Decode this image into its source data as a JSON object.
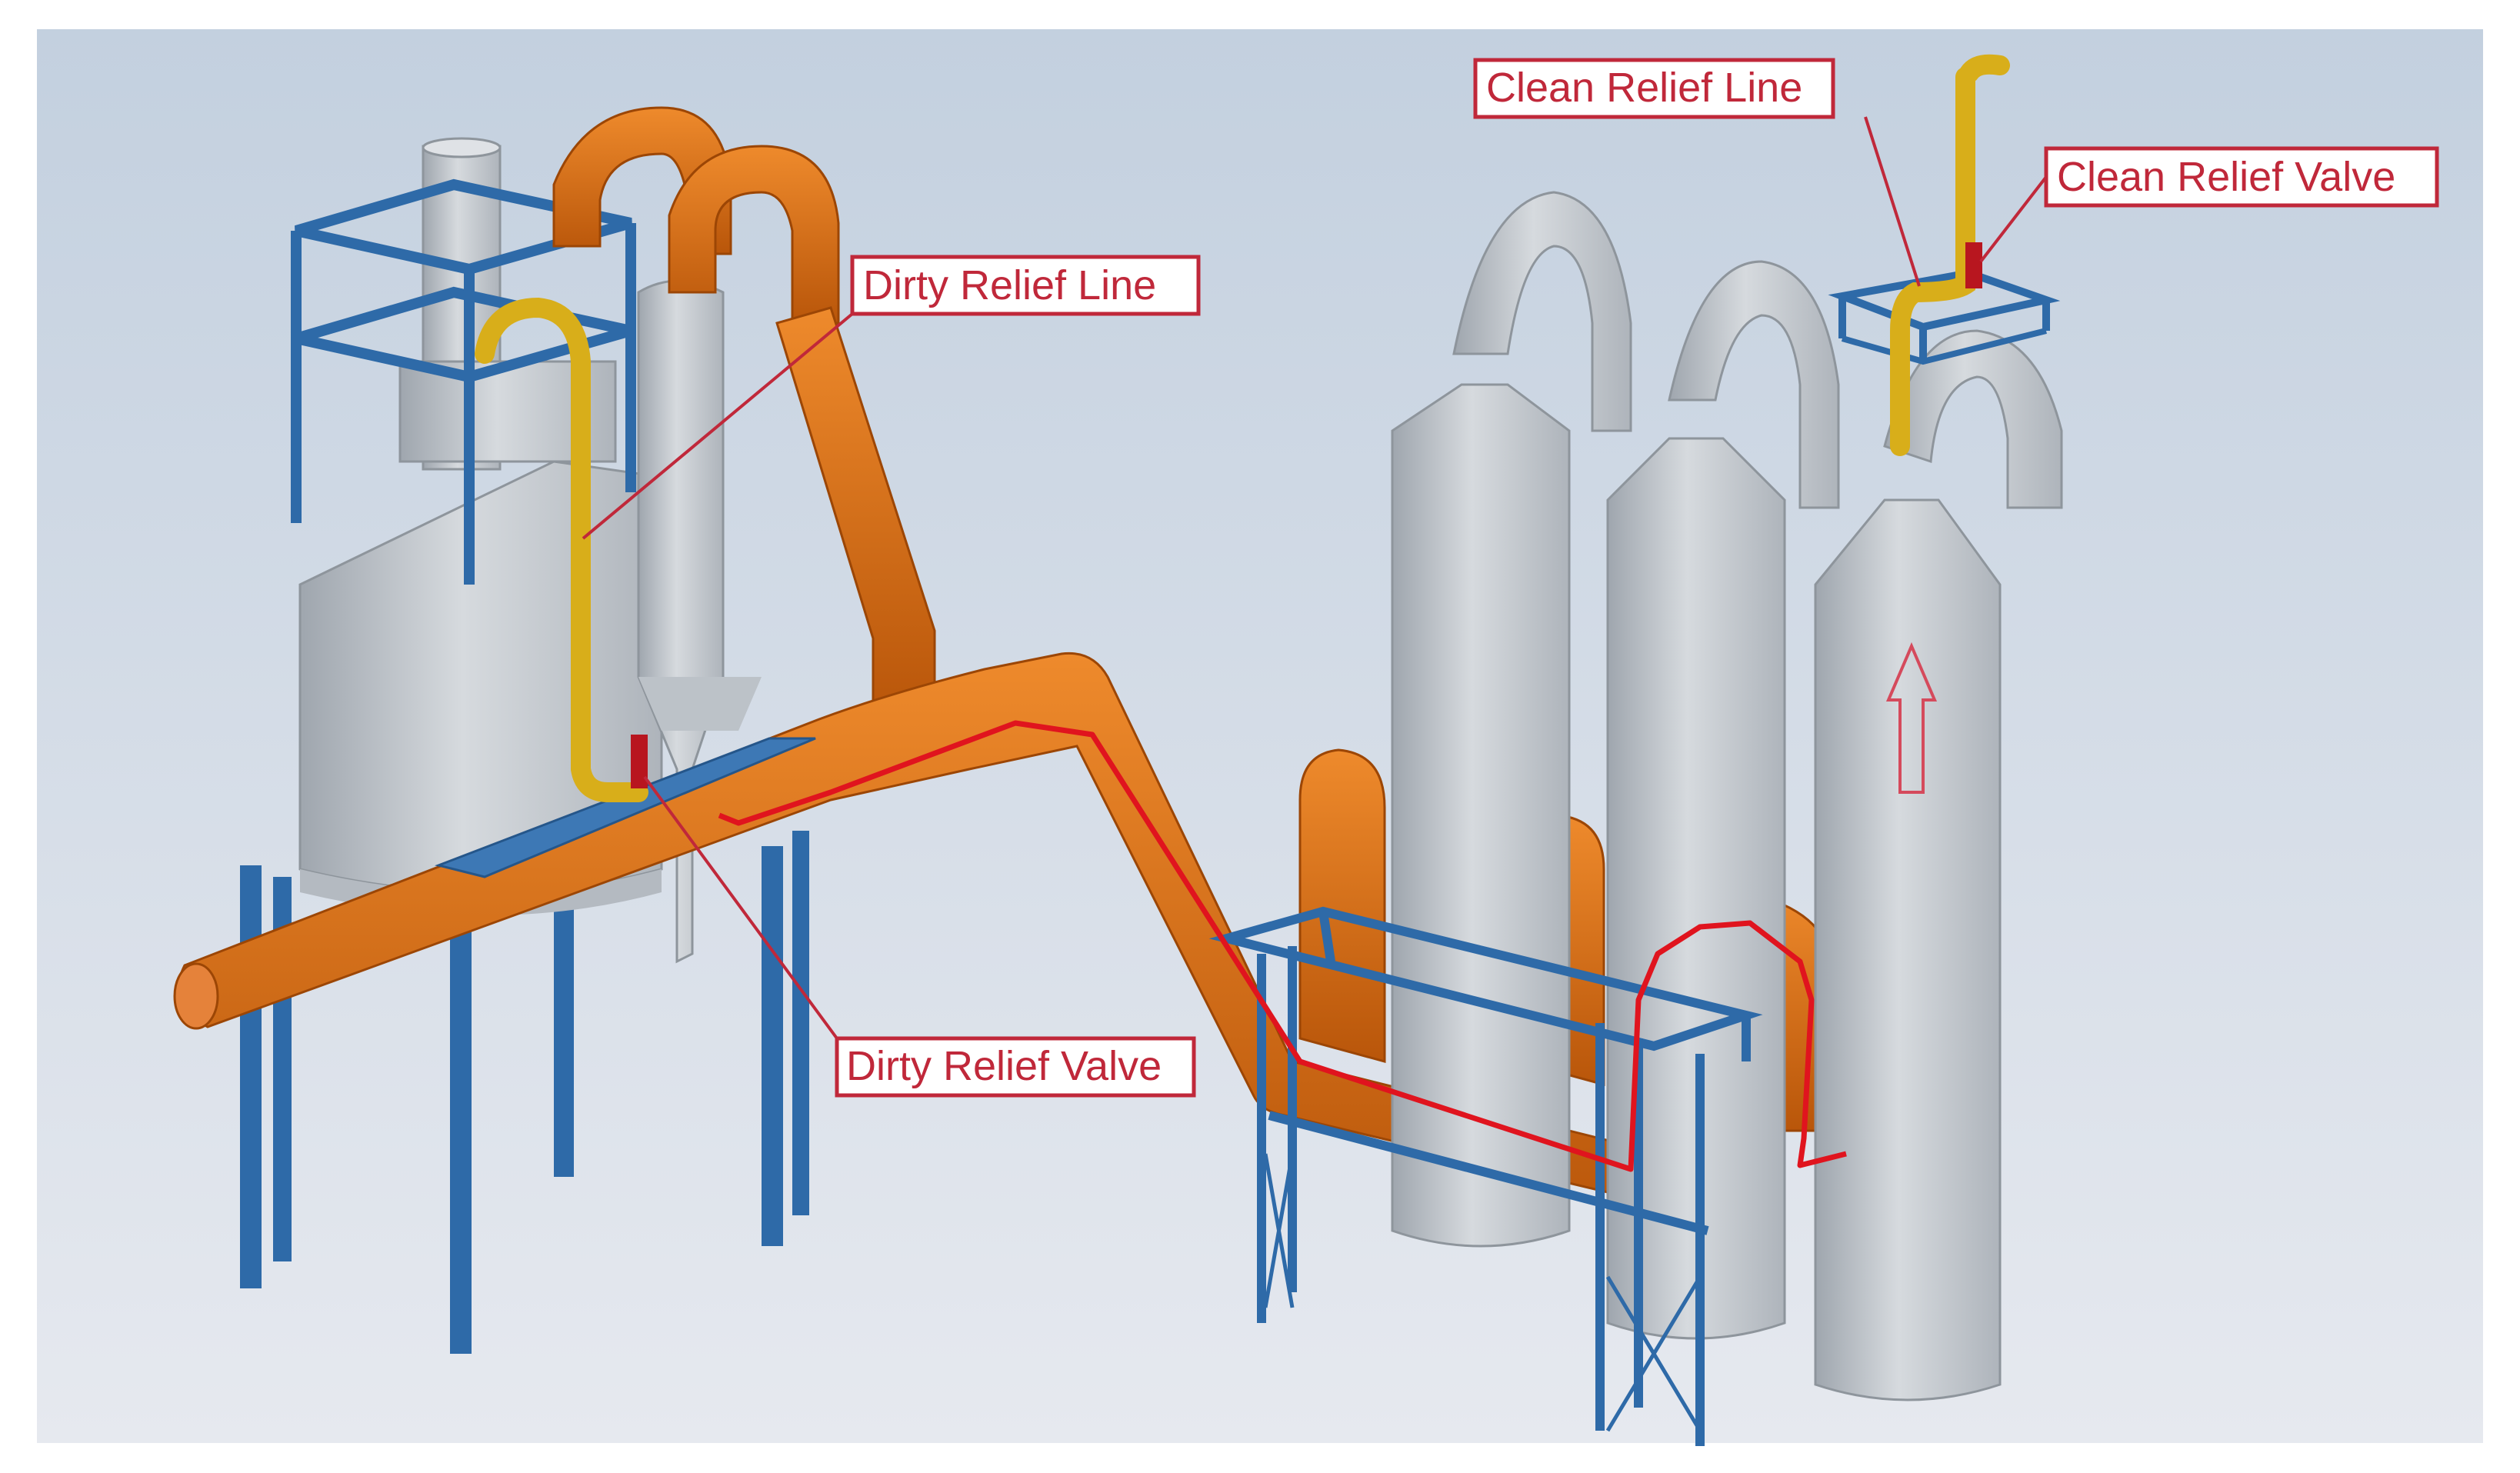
{
  "callouts": {
    "clean_relief_line": "Clean Relief Line",
    "clean_relief_valve": "Clean Relief Valve",
    "dirty_relief_line": "Dirty Relief Line",
    "dirty_relief_valve": "Dirty Relief Valve"
  },
  "colors": {
    "background_top": "#c4d0de",
    "background_bottom": "#e4e8ee",
    "vessel": "#c9ced4",
    "vessel_shade": "#a9b0b8",
    "duct": "#d9680e",
    "duct_dark": "#b24f06",
    "relief_line": "#d8ae1a",
    "steel": "#2e6aa8",
    "callout": "#c0283a",
    "flow_path": "#e0141e"
  }
}
